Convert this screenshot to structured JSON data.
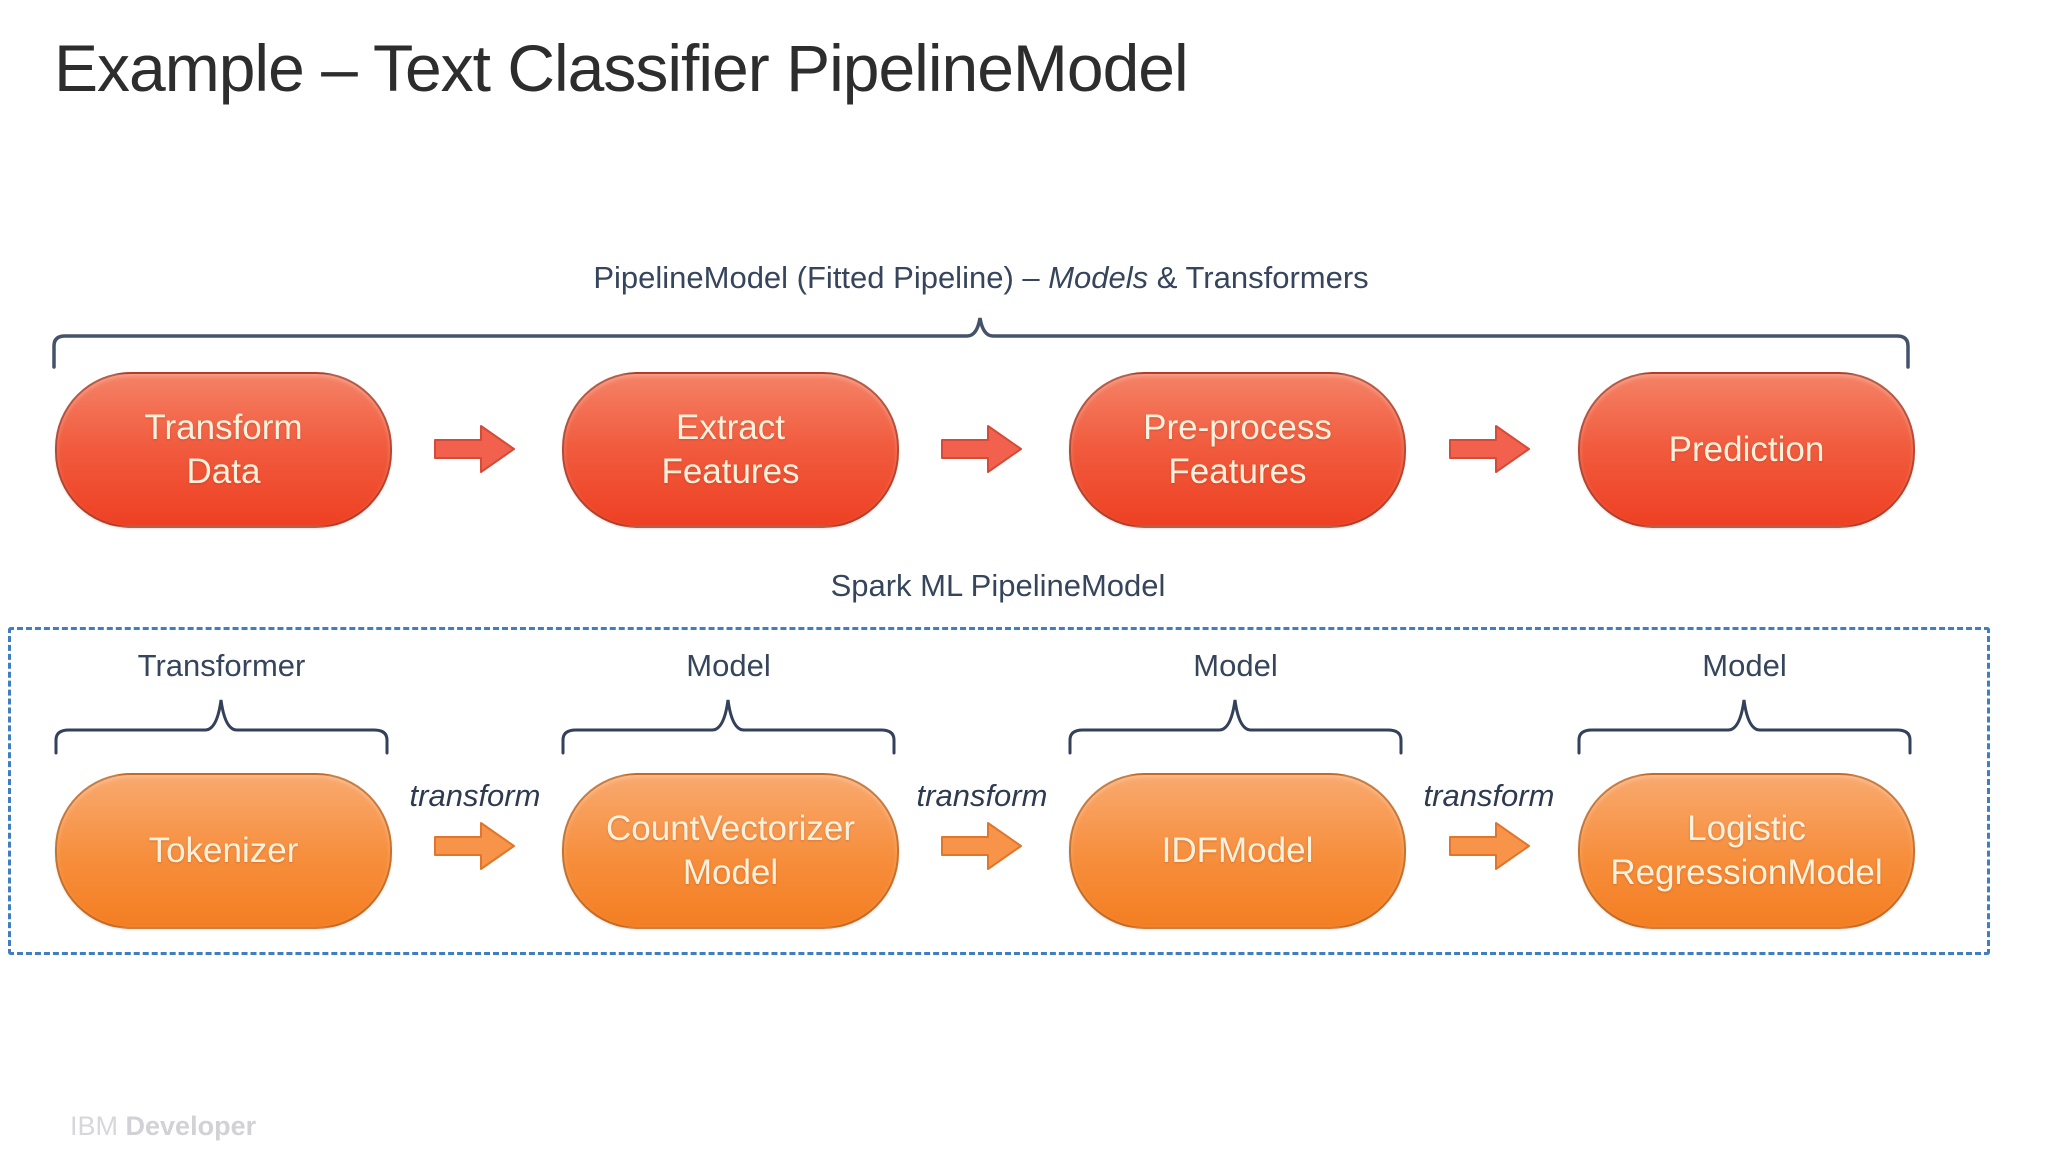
{
  "slide": {
    "title": "Example – Text Classifier PipelineModel",
    "footer": {
      "brand": "IBM ",
      "brand_bold": "Developer"
    }
  },
  "colors": {
    "red_pill_top": "#F58266",
    "red_pill_bottom": "#EE4023",
    "orange_pill_top": "#F9A96F",
    "orange_pill_bottom": "#F47E22",
    "navy_text": "#36455C",
    "dashed_border": "#3F7EC0",
    "red_arrow_fill": "#F2604E",
    "orange_arrow_fill": "#F79449",
    "brace_stroke": "#44536A",
    "title_text": "#2D2D2D",
    "footer_text": "#D7D7DB"
  },
  "fitted_pipeline": {
    "label_prefix": "PipelineModel (Fitted Pipeline) – ",
    "label_italic": "Models",
    "label_suffix": " & Transformers",
    "stages": [
      {
        "label": "Transform\nData"
      },
      {
        "label": "Extract\nFeatures"
      },
      {
        "label": "Pre-process\nFeatures"
      },
      {
        "label": "Prediction"
      }
    ]
  },
  "spark_pipeline": {
    "label": "Spark ML PipelineModel",
    "edge_label": "transform",
    "stages": [
      {
        "type_label": "Transformer",
        "name": "Tokenizer"
      },
      {
        "type_label": "Model",
        "name": "CountVectorizer\nModel"
      },
      {
        "type_label": "Model",
        "name": "IDFModel"
      },
      {
        "type_label": "Model",
        "name": "Logistic\nRegressionModel"
      }
    ]
  }
}
